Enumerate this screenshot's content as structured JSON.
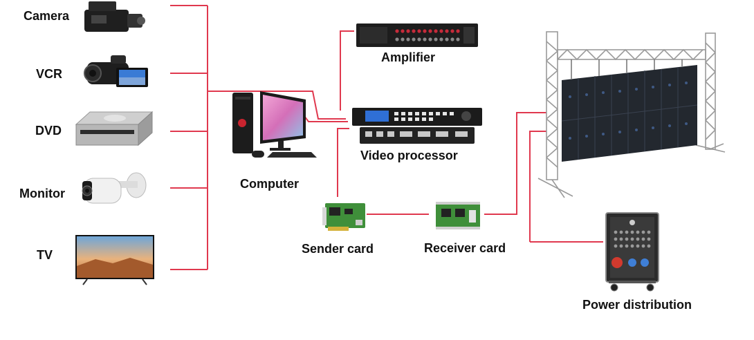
{
  "labels": {
    "camera": "Camera",
    "vcr": "VCR",
    "dvd": "DVD",
    "monitor": "Monitor",
    "tv": "TV",
    "computer": "Computer",
    "amplifier": "Amplifier",
    "video_processor": "Video processor",
    "sender_card": "Sender card",
    "receiver_card": "Receiver card",
    "power_distribution": "Power distribution"
  },
  "colors": {
    "wire": "#e0384e",
    "label": "#111111",
    "device_dark": "#2a2a2a",
    "pcb_green": "#3f8f3a"
  },
  "icons": {
    "camera": "broadcast-camera-icon",
    "vcr": "camcorder-icon",
    "dvd": "dvd-drive-icon",
    "monitor": "cctv-camera-icon",
    "tv": "tv-icon",
    "computer": "desktop-computer-icon",
    "amplifier": "amplifier-icon",
    "video_processor": "video-processor-icon",
    "sender_card": "sender-card-icon",
    "receiver_card": "receiver-card-icon",
    "led_screen": "led-screen-truss-icon",
    "power_distribution": "power-cabinet-icon"
  }
}
